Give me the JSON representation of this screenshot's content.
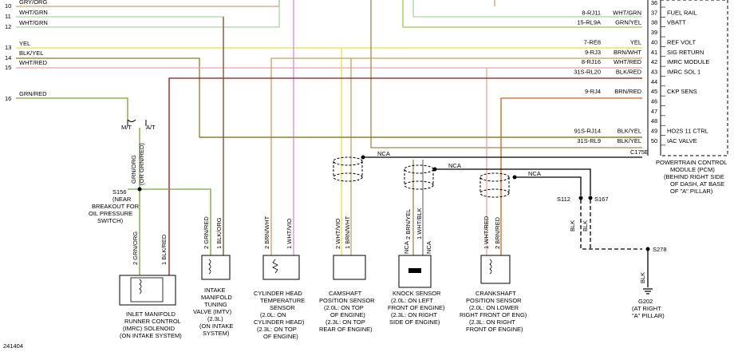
{
  "figure_id": "241404",
  "left_pins": [
    {
      "num": "10",
      "color": "GRY/ORG"
    },
    {
      "num": "11",
      "color": "WHT/GRN"
    },
    {
      "num": "12",
      "color": "WHT/GRN"
    },
    {
      "num": "13",
      "color": "YEL"
    },
    {
      "num": "14",
      "color": "BLK/YEL"
    },
    {
      "num": "15",
      "color": "WHT/RED"
    },
    {
      "num": "16",
      "color": "GRN/RED"
    }
  ],
  "pcm_pins": [
    {
      "num": "36",
      "circuit": "",
      "color": "",
      "func": ""
    },
    {
      "num": "37",
      "circuit": "8-RJ11",
      "color": "WHT/GRN",
      "func": "FUEL RAIL"
    },
    {
      "num": "38",
      "circuit": "15-RL9A",
      "color": "GRN/YEL",
      "func": "VBATT"
    },
    {
      "num": "39",
      "circuit": "",
      "color": "",
      "func": ""
    },
    {
      "num": "40",
      "circuit": "7-RE8",
      "color": "YEL",
      "func": "REF VOLT"
    },
    {
      "num": "41",
      "circuit": "9-RJ3",
      "color": "BRN/WHT",
      "func": "SIG RETURN"
    },
    {
      "num": "42",
      "circuit": "8-RJ16",
      "color": "WHT/RED",
      "func": "IMRC MODULE"
    },
    {
      "num": "43",
      "circuit": "31S-RL20",
      "color": "BLK/RED",
      "func": "IMRC SOL 1"
    },
    {
      "num": "44",
      "circuit": "",
      "color": "",
      "func": ""
    },
    {
      "num": "45",
      "circuit": "9-RJ4",
      "color": "BRN/RED",
      "func": "CKP SENS"
    },
    {
      "num": "46",
      "circuit": "",
      "color": "",
      "func": ""
    },
    {
      "num": "47",
      "circuit": "",
      "color": "",
      "func": ""
    },
    {
      "num": "48",
      "circuit": "",
      "color": "",
      "func": ""
    },
    {
      "num": "49",
      "circuit": "91S-RJ14",
      "color": "BLK/YEL",
      "func": "HO2S 11 CTRL"
    },
    {
      "num": "50",
      "circuit": "31S-RL9",
      "color": "BLK/YEL",
      "func": "IAC VALVE"
    }
  ],
  "pcm_connector": "C175E",
  "pcm_name": [
    "POWERTRAIN CONTROL",
    "MODULE (PCM)",
    "(BEHIND RIGHT SIDE",
    "OF DASH, AT BASE",
    "OF \"A\" PILLAR)"
  ],
  "nca": "NCA",
  "mt": "M/T",
  "at": "A/T",
  "s156_label": [
    "S156",
    "(NEAR",
    "BREAKOUT FOR",
    "OIL PRESSURE",
    "SWITCH)"
  ],
  "s156_wire": [
    "GRN/ORG",
    "(OR GRN/RED)"
  ],
  "splices": {
    "s112": "S112",
    "s167": "S167",
    "s278": "S278",
    "blk": "BLK"
  },
  "ground": {
    "name": "G202",
    "loc": [
      "(AT RIGHT",
      "\"A\" PILLAR)"
    ]
  },
  "components": {
    "imrc": {
      "name": [
        "INLET MANIFOLD",
        "RUNNER CONTROL",
        "(IMRC) SOLENOID",
        "(ON INTAKE SYSTEM)"
      ],
      "pin2": "2 GRN/ORG",
      "pin1": "1 BLK/RED"
    },
    "imtv": {
      "name": [
        "INTAKE",
        "MANIFOLD",
        "TUNING",
        "VALVE (IMTV)",
        "(2.3L)",
        "(ON INTAKE",
        "SYSTEM)"
      ],
      "pin2": "2 GRN/RED",
      "pin1": "1 BLK/ORG"
    },
    "cht": {
      "name": [
        "CYLINDER HEAD",
        "TEMPERATURE",
        "SENSOR",
        "(2.0L: ON",
        "CYLINDER HEAD)",
        "(2.3L: ON TOP",
        "OF ENGINE)"
      ],
      "pin2": "2 BRN/WHT",
      "pin1": "1 WHT/VIO"
    },
    "cmp": {
      "name": [
        "CAMSHAFT",
        "POSITION SENSOR",
        "(2.0L: ON TOP",
        "OF ENGINE)",
        "(2.3L: ON TOP",
        "REAR OF ENGINE)"
      ],
      "pin2": "2 WHT/VIO",
      "pin1": "1 BRN/WHT"
    },
    "ks": {
      "name": [
        "KNOCK SENSOR",
        "(2.0L: ON LEFT",
        "FRONT OF ENGINE)",
        "(2.3L: ON RIGHT",
        "SIDE OF ENGINE)"
      ],
      "pin2": "2 BRN/YEL",
      "pin1": "1 WHT/BLK",
      "nca": "NCA"
    },
    "ckp": {
      "name": [
        "CRANKSHAFT",
        "POSITION SENSOR",
        "(2.0L: ON LOWER",
        "RIGHT FRONT OF ENG)",
        "(2.3L: ON RIGHT",
        "FRONT OF ENGINE)"
      ],
      "pin1": "1 WHT/RED",
      "pin2": "2 BRN/RED"
    }
  },
  "colors": {
    "gry_org": "#c8a070",
    "wht_grn": "#a8d8a0",
    "grn_yel": "#98c850",
    "yel": "#e8e040",
    "blk_yel": "#8a7a20",
    "wht_red": "#f0a0a0",
    "grn_red": "#7aa040",
    "brn_wht": "#c8a060",
    "wht_vio": "#d090d8",
    "blk_red": "#9a1010",
    "brn_red": "#c86020",
    "brn_yel": "#9a8a50",
    "wht_blk": "#808080",
    "blk_org": "#805030",
    "shield": "#000000"
  }
}
